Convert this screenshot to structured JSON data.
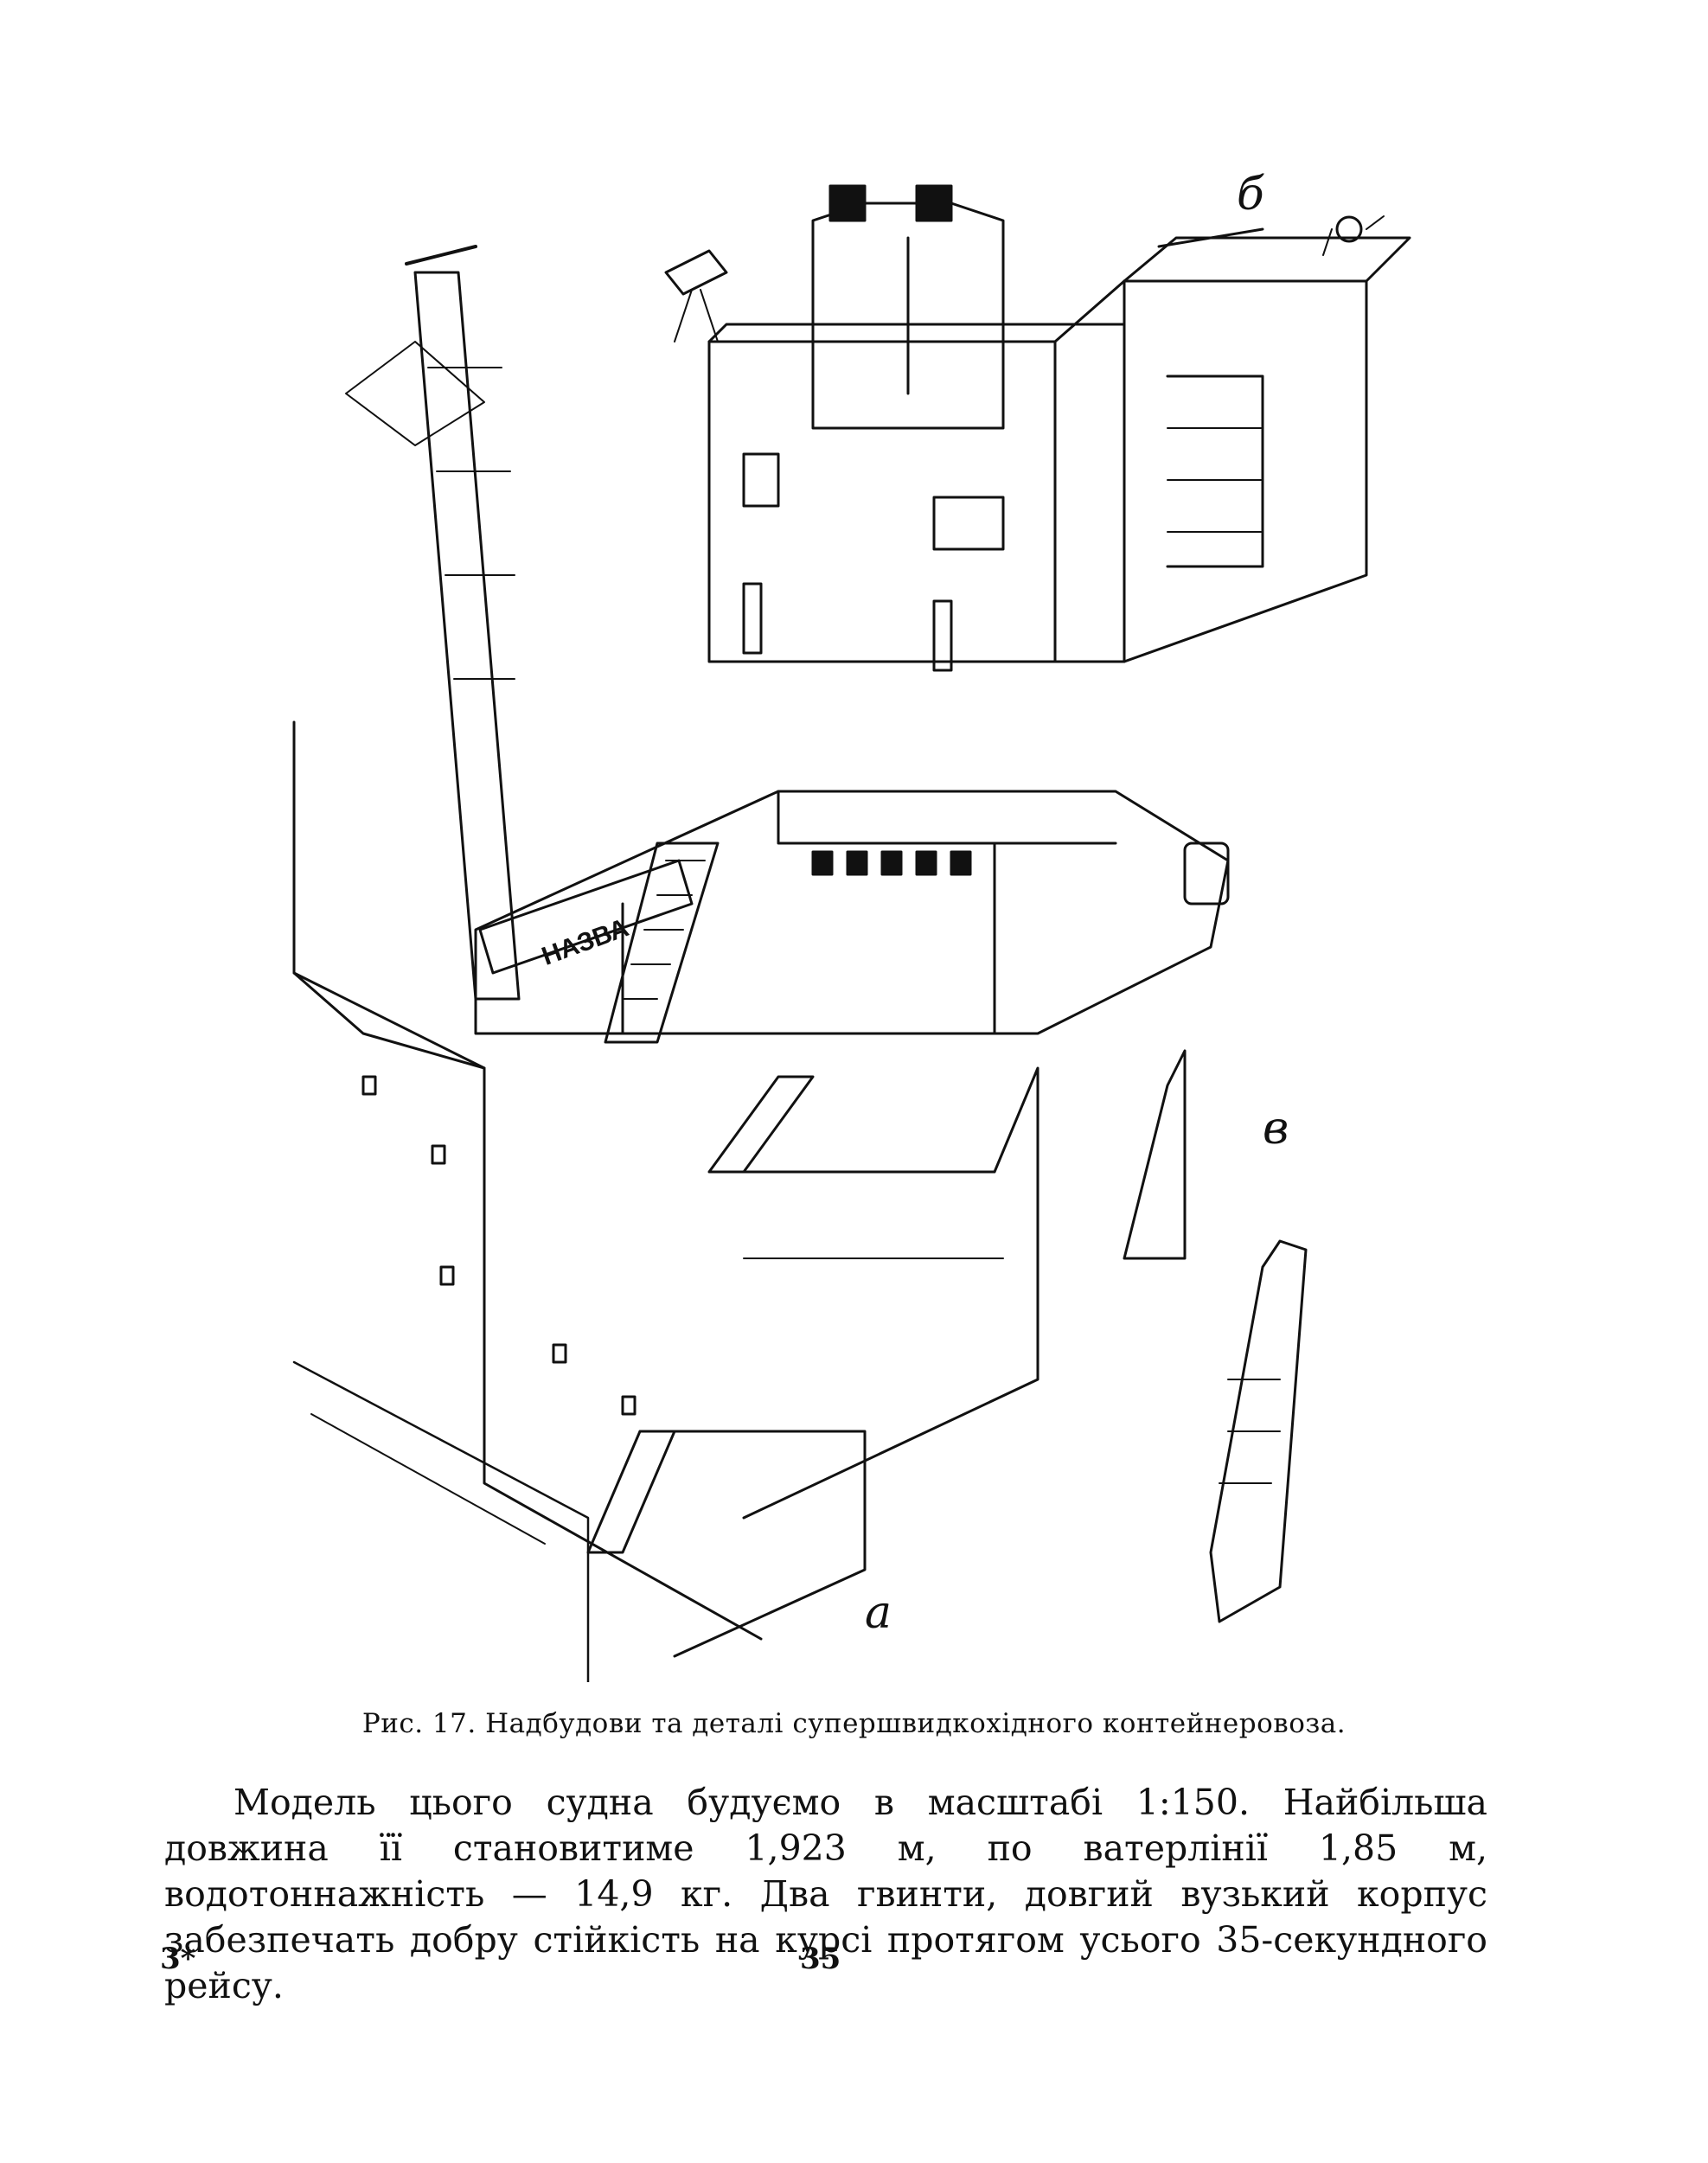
{
  "figure": {
    "labels": {
      "a": "а",
      "b": "б",
      "v": "в"
    },
    "ship_name": "НАЗВА"
  },
  "caption": "Рис. 17. Надбудови та деталі супершвидкохідного контейнеровоза.",
  "body_text": "Модель цього судна будуємо в масштабі 1:150. Найбільша довжина її становитиме 1,923 м, по ватерлінії 1,85 м, водотоннажність — 14,9 кг. Два гвинти, довгий вузький корпус забезпечать добру стійкість на курсі протягом усього 35-секундного рейсу.",
  "signature_mark": "3*",
  "page_number": "35"
}
